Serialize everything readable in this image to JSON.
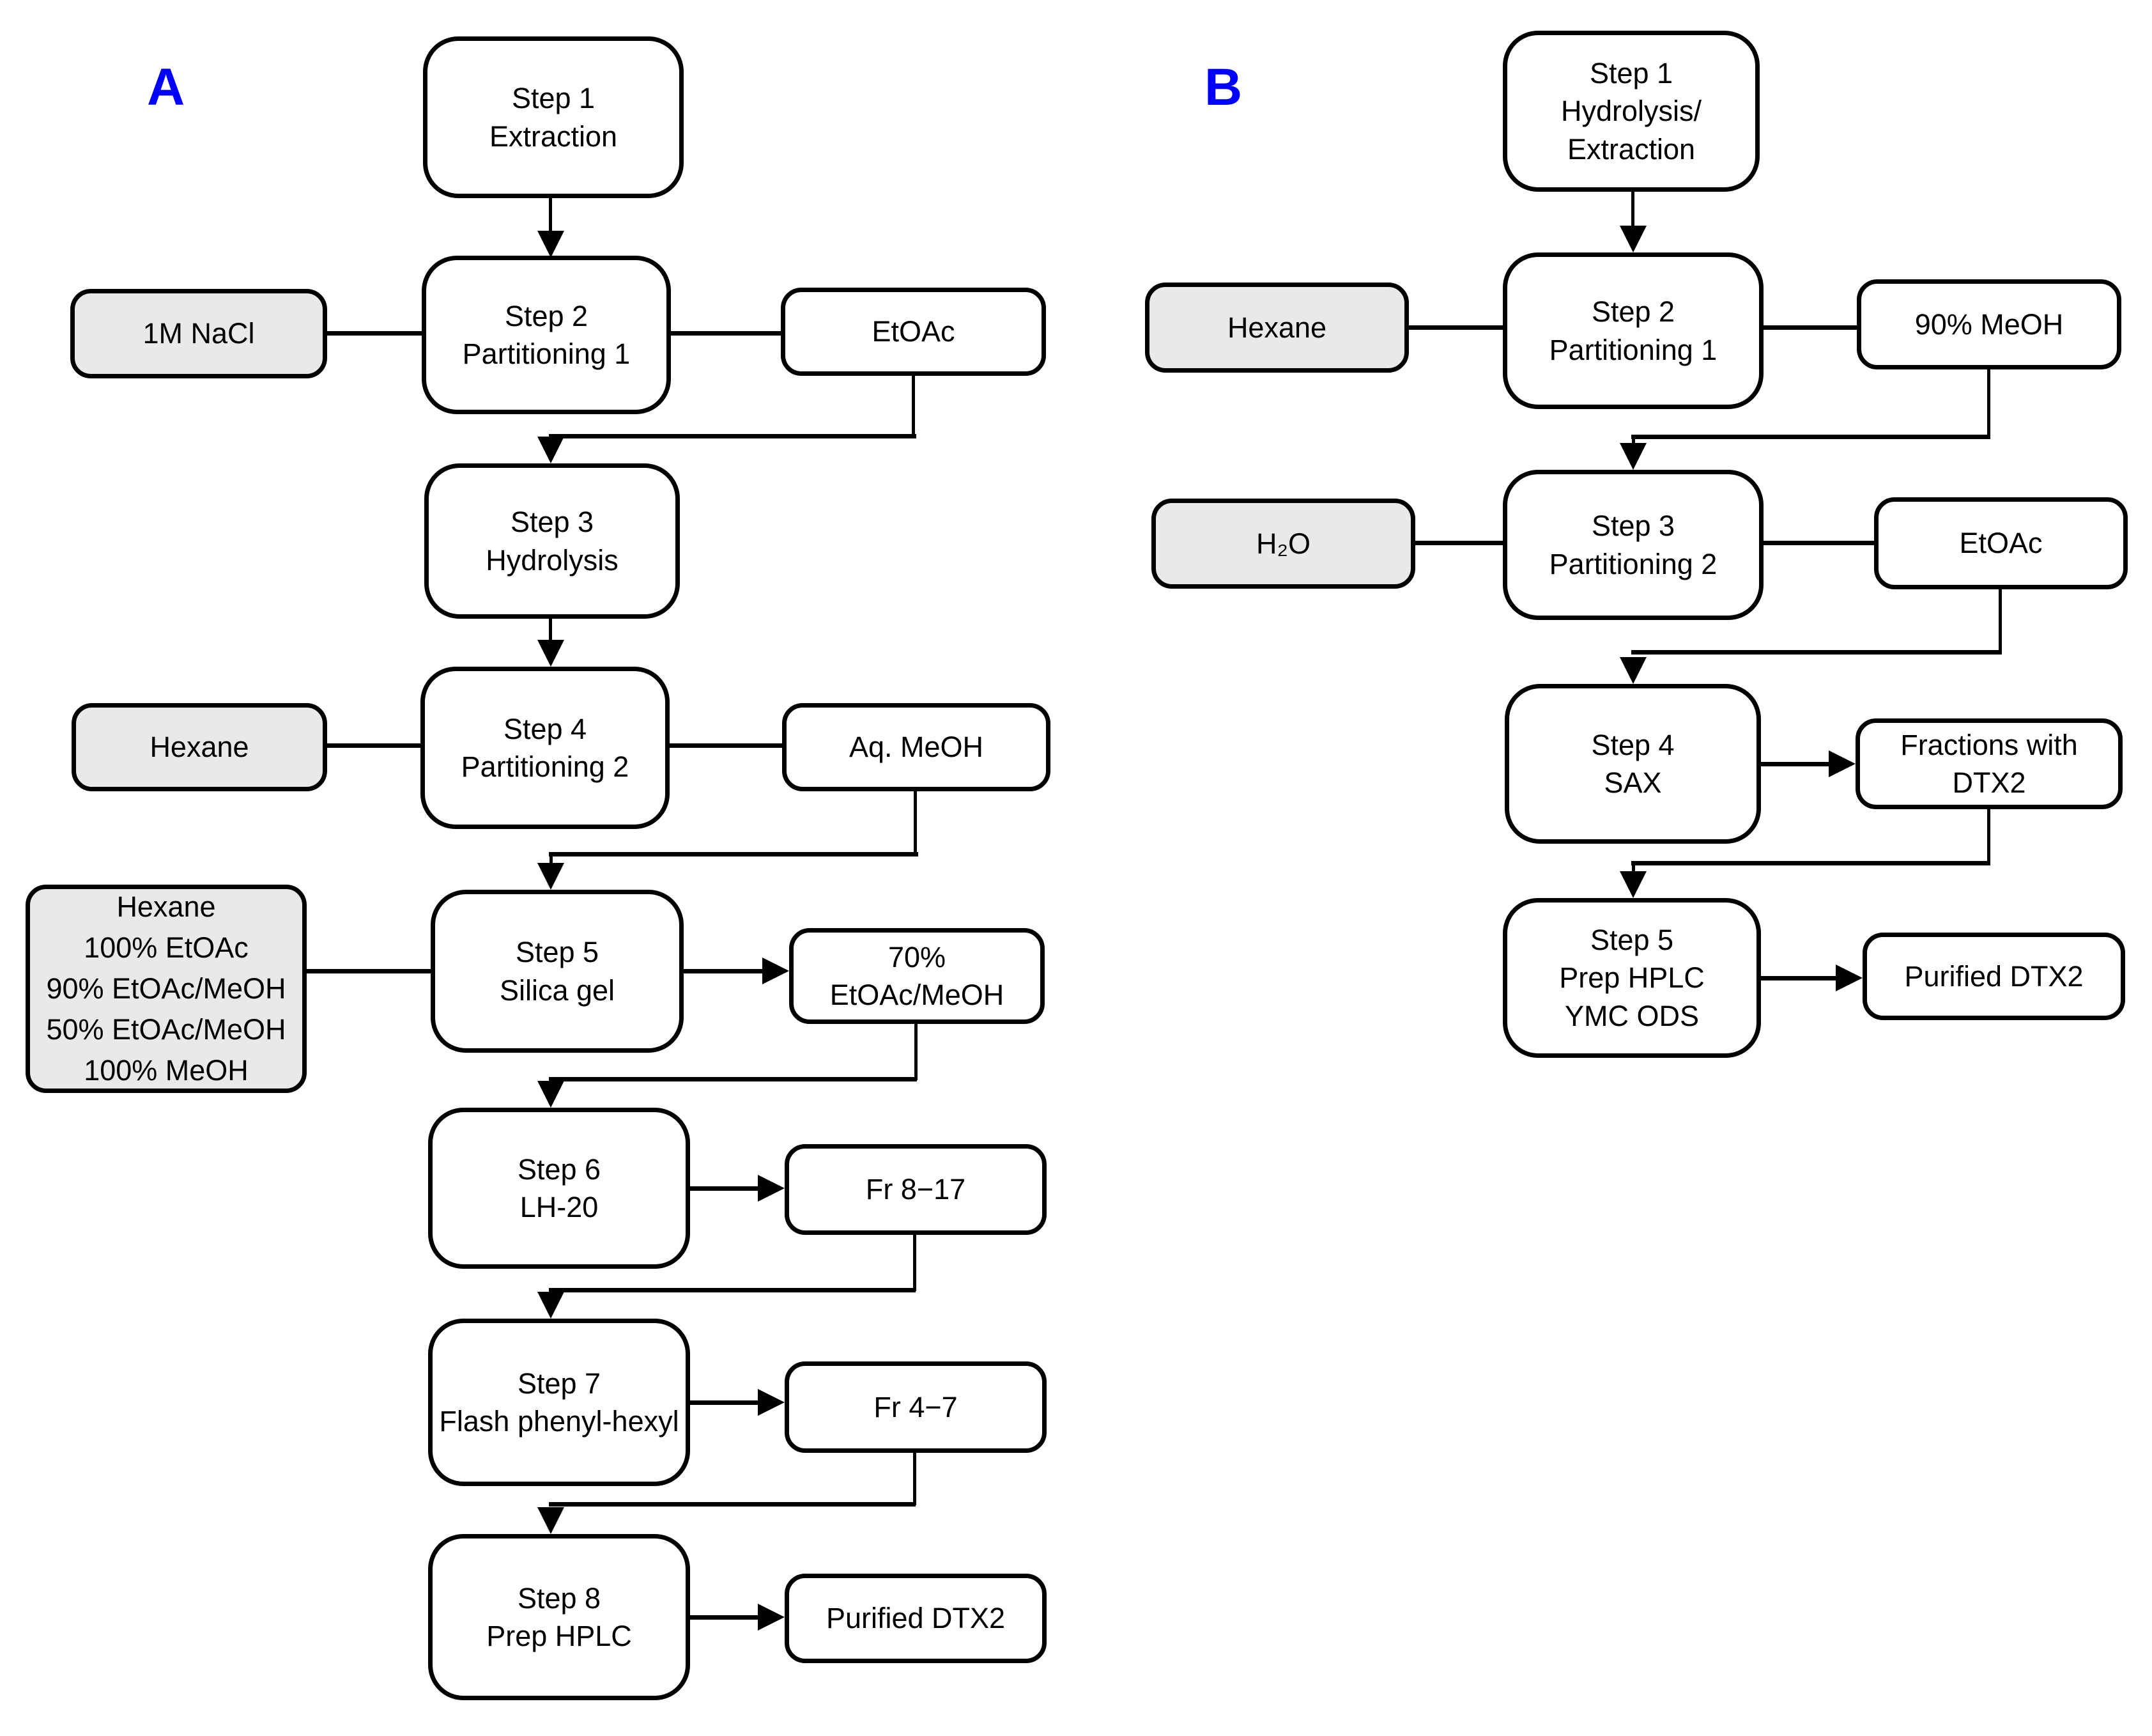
{
  "colors": {
    "label_blue": "#0000ff",
    "input_box_fill": "#e9e9e9",
    "line": "#000000",
    "background": "#ffffff"
  },
  "a": {
    "label": "A",
    "step1": "Step 1\nExtraction",
    "step2": "Step 2\nPartitioning 1",
    "step3": "Step 3\nHydrolysis",
    "step4": "Step 4\nPartitioning 2",
    "step5": "Step 5\nSilica gel",
    "step6": "Step 6\nLH-20",
    "step7": "Step 7\nFlash phenyl-hexyl",
    "step8": "Step 8\nPrep HPLC",
    "in2": "1M NaCl",
    "out2": "EtOAc",
    "in4": "Hexane",
    "out4": "Aq. MeOH",
    "in5": "Hexane\n100% EtOAc\n90% EtOAc/MeOH\n50% EtOAc/MeOH\n100% MeOH",
    "out5": "70%\nEtOAc/MeOH",
    "out6": "Fr 8−17",
    "out7": "Fr 4−7",
    "out8": "Purified DTX2"
  },
  "b": {
    "label": "B",
    "step1": "Step 1\nHydrolysis/\nExtraction",
    "step2": "Step 2\nPartitioning 1",
    "step3": "Step 3\nPartitioning 2",
    "step4": "Step 4\nSAX",
    "step5": "Step 5\nPrep HPLC\nYMC ODS",
    "in2": "Hexane",
    "out2": "90% MeOH",
    "in3": "H₂O",
    "out3": "EtOAc",
    "out4": "Fractions with\nDTX2",
    "out5": "Purified DTX2"
  }
}
